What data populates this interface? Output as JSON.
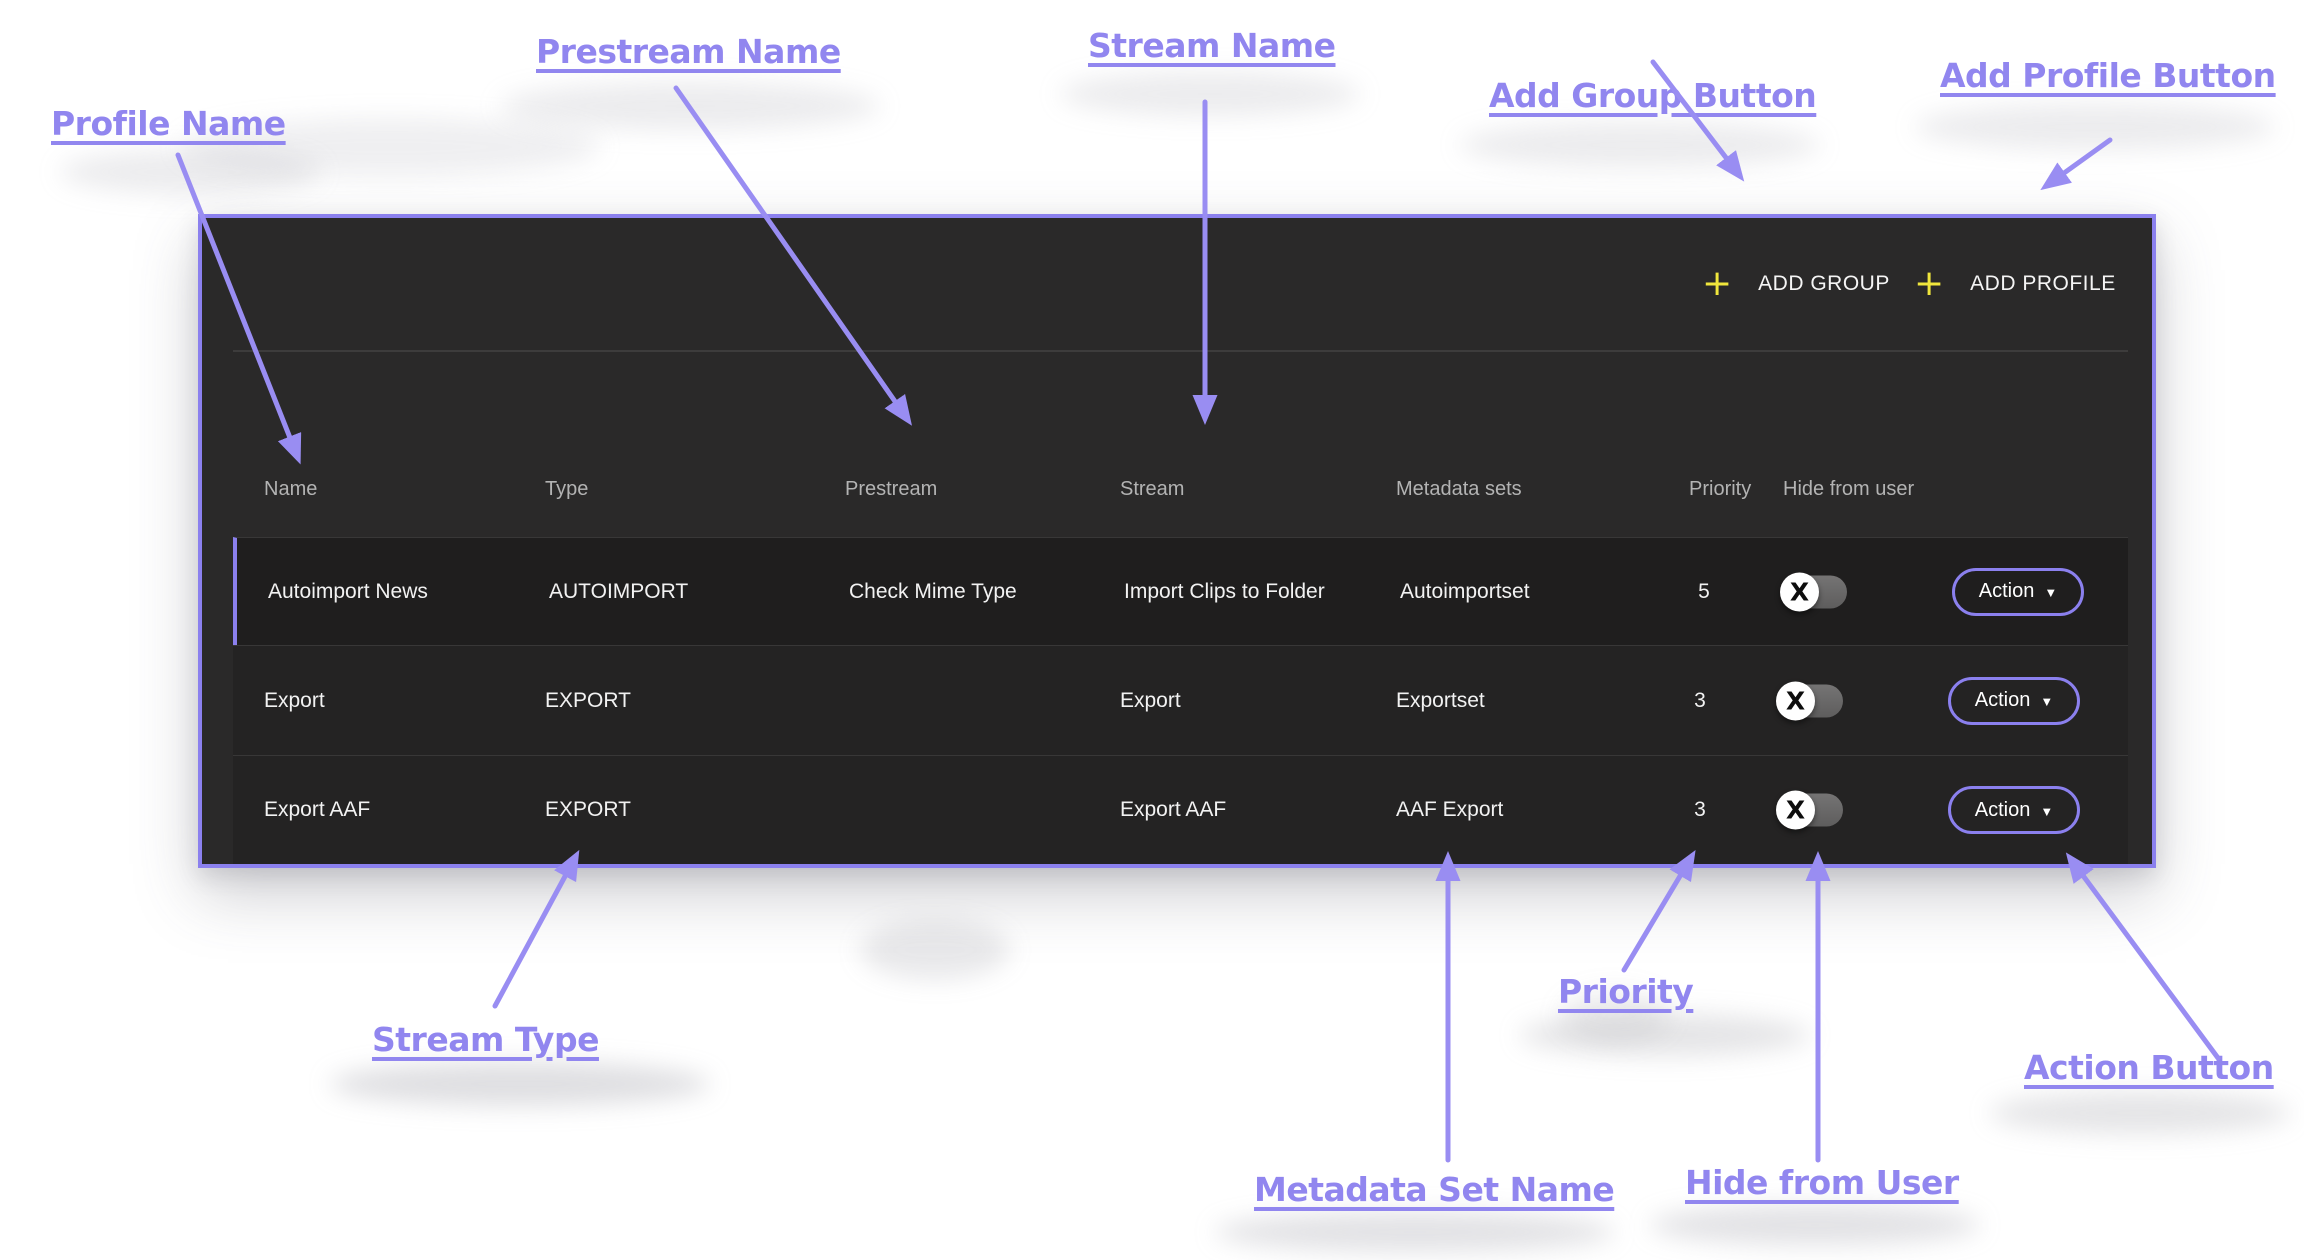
{
  "annotations": {
    "profile_name": "Profile Name",
    "prestream_name": "Prestream Name",
    "stream_name": "Stream Name",
    "add_group": "Add Group Button",
    "add_profile": "Add Profile Button",
    "stream_type": "Stream Type",
    "metadata_set_name": "Metadata Set Name",
    "priority": "Priority",
    "hide_from_user": "Hide from User",
    "action_button": "Action Button"
  },
  "toolbar": {
    "add_group": "ADD GROUP",
    "add_profile": "ADD PROFILE"
  },
  "icons": {
    "plus": "+",
    "caret_down": "▼",
    "toggle_knob": "X"
  },
  "table": {
    "columns": {
      "name": "Name",
      "type": "Type",
      "prestream": "Prestream",
      "stream": "Stream",
      "metadata_sets": "Metadata sets",
      "priority": "Priority",
      "hide_from_user": "Hide from user"
    },
    "rows": [
      {
        "name": "Autoimport News",
        "type": "AUTOIMPORT",
        "prestream": "Check Mime Type",
        "stream": "Import Clips to Folder",
        "metadata_sets": "Autoimportset",
        "priority": "5",
        "action": "Action",
        "hide_toggle_state": "off",
        "selected": true
      },
      {
        "name": "Export",
        "type": "EXPORT",
        "prestream": "",
        "stream": "Export",
        "metadata_sets": "Exportset",
        "priority": "3",
        "action": "Action",
        "hide_toggle_state": "off",
        "selected": false
      },
      {
        "name": "Export AAF",
        "type": "EXPORT",
        "prestream": "",
        "stream": "Export AAF",
        "metadata_sets": "AAF Export",
        "priority": "3",
        "action": "Action",
        "hide_toggle_state": "off",
        "selected": false
      }
    ]
  },
  "colors": {
    "annotation_purple": "#9186ef",
    "panel_border_purple": "#8b80ee",
    "panel_bg": "#2a2929",
    "row_bg": "#242323",
    "selected_row_bg": "#1f1e1e",
    "plus_yellow": "#f0e63c",
    "header_text_gray": "#b3b3b3",
    "cell_text": "#f2f2f2",
    "toggle_track_gray": "#6b6a6a"
  }
}
